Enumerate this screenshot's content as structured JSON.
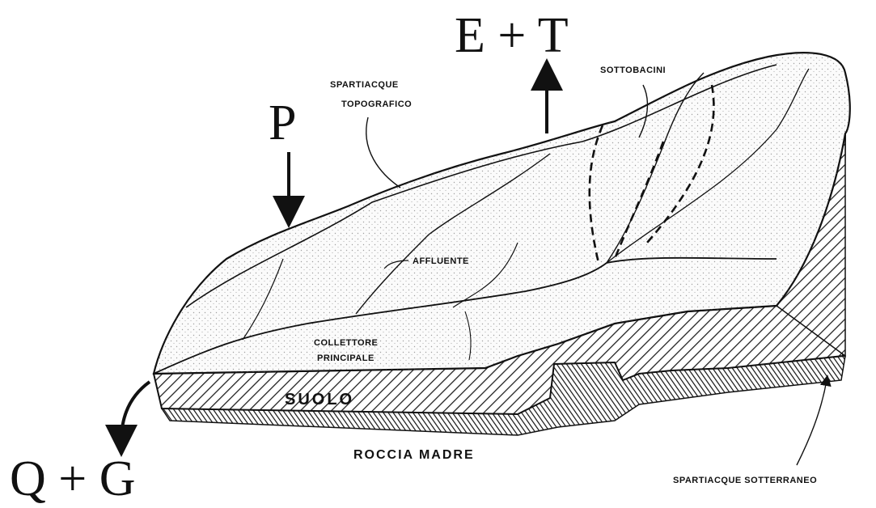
{
  "labels": {
    "precipitation": "P",
    "evapotranspiration": "E + T",
    "outflow": "Q + G",
    "topographic_divide_line1": "SPARTIACQUE",
    "topographic_divide_line2": "TOPOGRAFICO",
    "sub_basins": "SOTTOBACINI",
    "tributary": "AFFLUENTE",
    "main_collector_line1": "COLLETTORE",
    "main_collector_line2": "PRINCIPALE",
    "soil": "SUOLO",
    "bedrock": "ROCCIA MADRE",
    "underground_divide": "SPARTIACQUE SOTTERRANEO"
  }
}
